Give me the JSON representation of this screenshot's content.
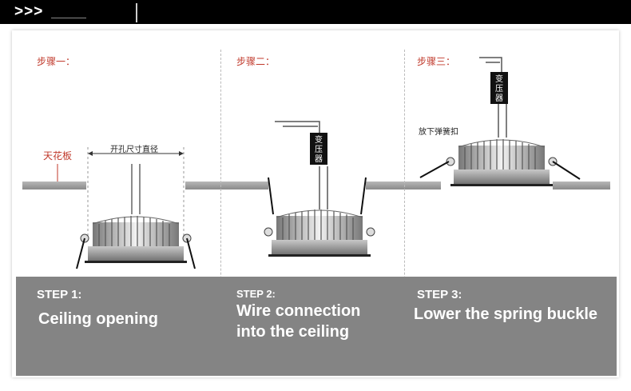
{
  "header": {
    "arrows": ">>>"
  },
  "labels": {
    "ceiling": "天花板",
    "hole_size": "开孔尺寸直径",
    "transformer": "变压器",
    "release_spring": "放下弹簧扣"
  },
  "steps": [
    {
      "cn": "步骤一：",
      "label": "STEP 1:",
      "title_line1": "Ceiling opening",
      "title_line2": ""
    },
    {
      "cn": "步骤二：",
      "label": "STEP 2:",
      "title_line1": "Wire connection",
      "title_line2": "into the ceiling"
    },
    {
      "cn": "步骤三：",
      "label": "STEP 3:",
      "title_line1": "Lower the spring buckle",
      "title_line2": ""
    }
  ]
}
